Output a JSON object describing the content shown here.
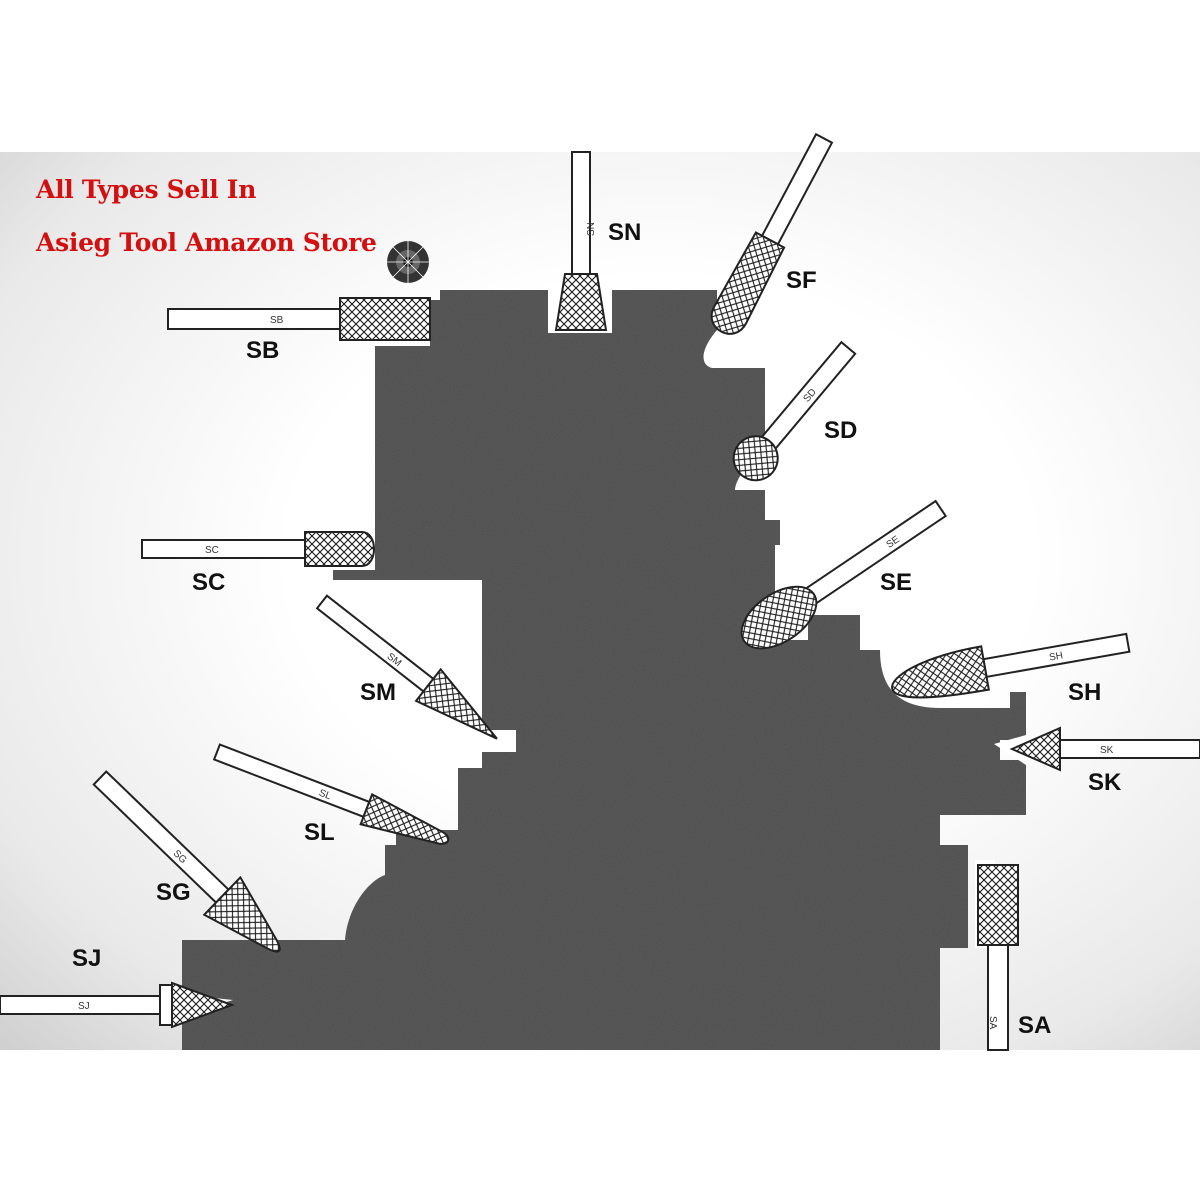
{
  "promo": {
    "line1": "All Types Sell In",
    "line2": "Asieg Tool Amazon Store"
  },
  "colors": {
    "promo_text": "#d40f0f",
    "workpiece": "#5a5a5a",
    "tool_outline": "#222222"
  },
  "burrs": [
    {
      "code": "SN",
      "label": "SN",
      "shape": "inverted-cone"
    },
    {
      "code": "SF",
      "label": "SF",
      "shape": "tree-radius-end"
    },
    {
      "code": "SB",
      "label": "SB",
      "shape": "cylinder-end-cut"
    },
    {
      "code": "SD",
      "label": "SD",
      "shape": "ball"
    },
    {
      "code": "SC",
      "label": "SC",
      "shape": "cylinder-radius-end"
    },
    {
      "code": "SE",
      "label": "SE",
      "shape": "oval"
    },
    {
      "code": "SM",
      "label": "SM",
      "shape": "cone"
    },
    {
      "code": "SH",
      "label": "SH",
      "shape": "flame"
    },
    {
      "code": "SK",
      "label": "SK",
      "shape": "90-degree-countersink"
    },
    {
      "code": "SL",
      "label": "SL",
      "shape": "taper-radius-end"
    },
    {
      "code": "SG",
      "label": "SG",
      "shape": "tree-pointed"
    },
    {
      "code": "SJ",
      "label": "SJ",
      "shape": "60-degree-countersink"
    },
    {
      "code": "SA",
      "label": "SA",
      "shape": "cylinder-no-end-cut"
    }
  ]
}
